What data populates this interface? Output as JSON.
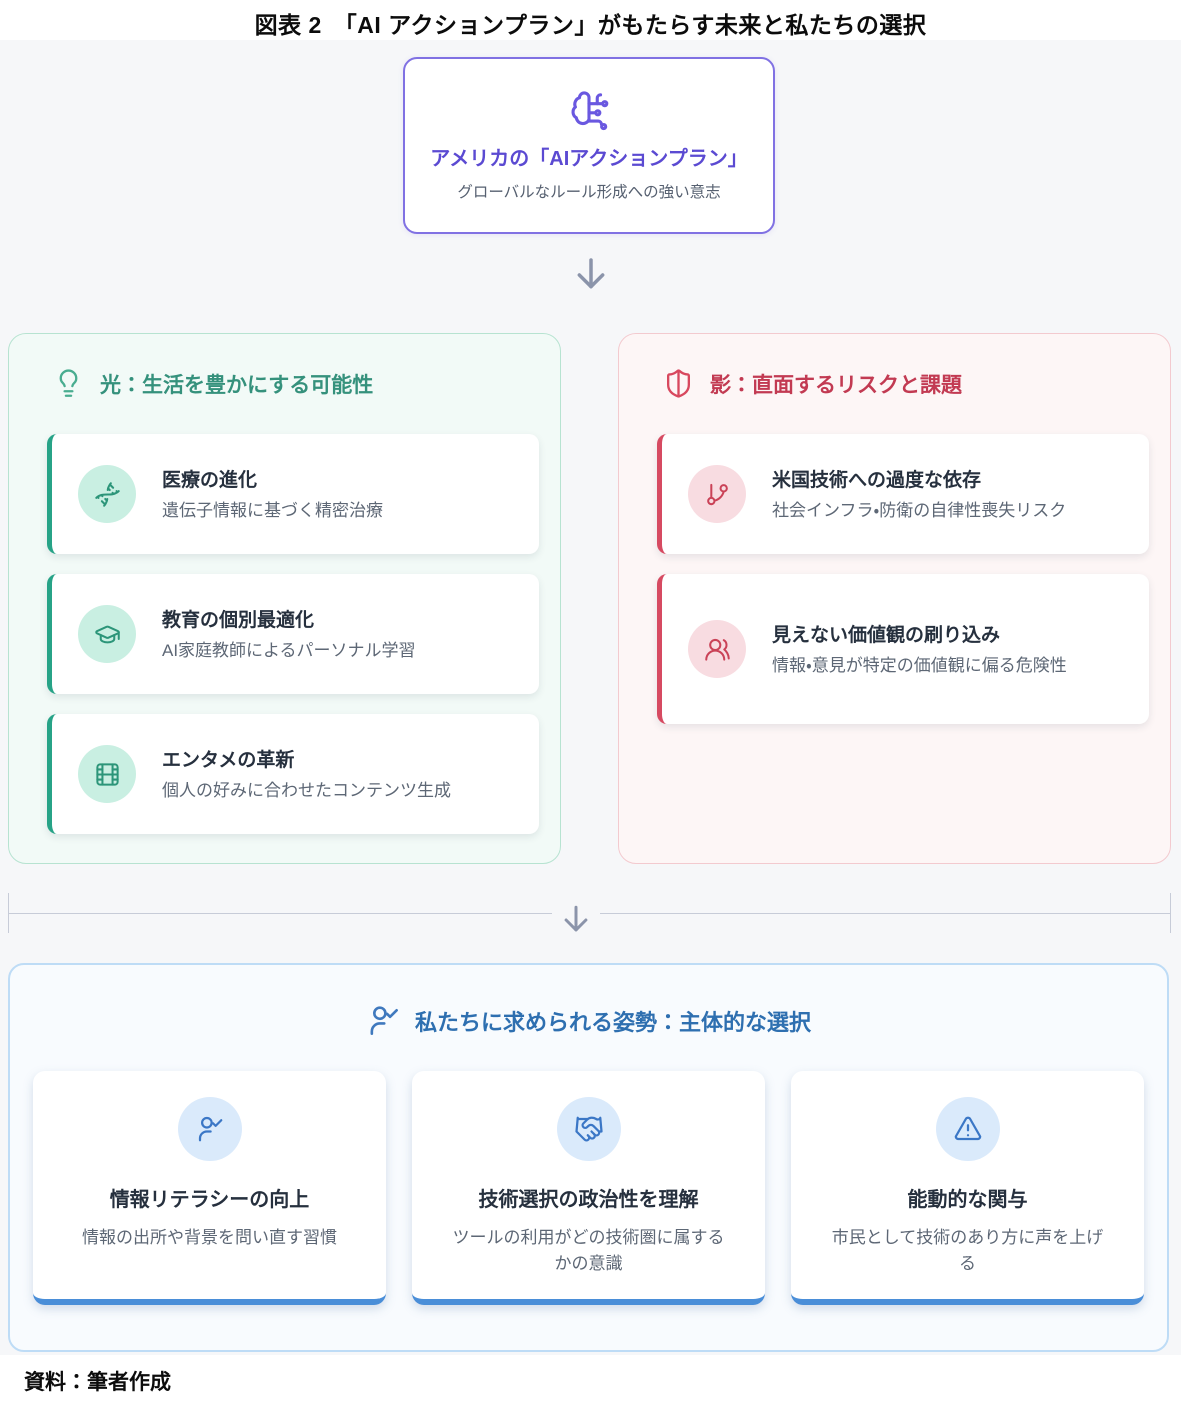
{
  "figure": {
    "title": "図表 2　「AI アクションプラン」がもたらす未来と私たちの選択",
    "source": "資料：筆者作成"
  },
  "root_node": {
    "icon": "brain-circuit-icon",
    "title": "アメリカの「AIアクションプラン」",
    "subtitle": "グローバルなルール形成への強い意志",
    "accent_color": "#6a58e0"
  },
  "light_panel": {
    "icon": "lightbulb-icon",
    "header": "光：生活を豊かにする可能性",
    "accent_color": "#27a387",
    "items": [
      {
        "icon": "dna-icon",
        "title": "医療の進化",
        "desc": "遺伝子情報に基づく精密治療"
      },
      {
        "icon": "graduation-cap-icon",
        "title": "教育の個別最適化",
        "desc": "AI家庭教師によるパーソナル学習"
      },
      {
        "icon": "film-icon",
        "title": "エンタメの革新",
        "desc": "個人の好みに合わせたコンテンツ生成"
      }
    ]
  },
  "shadow_panel": {
    "icon": "shield-icon",
    "header": "影：直面するリスクと課題",
    "accent_color": "#d64a61",
    "items": [
      {
        "icon": "git-branch-icon",
        "title": "米国技術への過度な依存",
        "desc": "社会インフラ・防衛の自律性喪失リスク"
      },
      {
        "icon": "users-icon",
        "title": "見えない価値観の刷り込み",
        "desc": "情報・意見が特定の価値観に偏る危険性"
      }
    ]
  },
  "stance_panel": {
    "icon": "user-check-icon",
    "header": "私たちに求められる姿勢：主体的な選択",
    "accent_color": "#4a8ed8",
    "items": [
      {
        "icon": "user-check-icon",
        "title": "情報リテラシーの向上",
        "desc": "情報の出所や背景を問い直す習慣"
      },
      {
        "icon": "handshake-icon",
        "title": "技術選択の政治性を理解",
        "desc": "ツールの利用がどの技術圏に属するかの意識"
      },
      {
        "icon": "alert-triangle-icon",
        "title": "能動的な関与",
        "desc": "市民として技術のあり方に声を上げる"
      }
    ]
  }
}
